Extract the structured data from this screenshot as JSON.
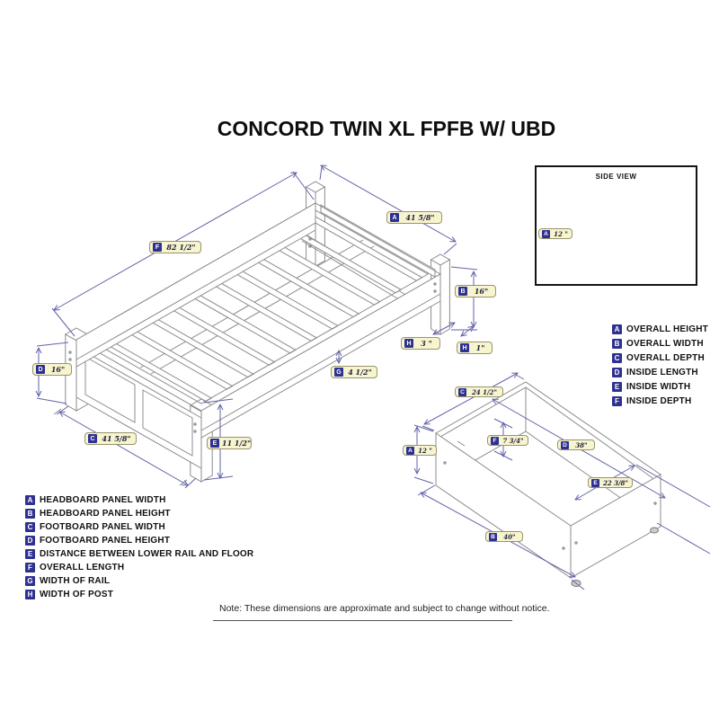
{
  "title": "CONCORD TWIN XL FPFB W/ UBD",
  "bed_diagram": {
    "dims": [
      {
        "letter": "F",
        "value": "82 1/2\""
      },
      {
        "letter": "A",
        "value": "41 5/8\""
      },
      {
        "letter": "B",
        "value": "16\""
      },
      {
        "letter": "H",
        "value": "3 \""
      },
      {
        "letter": "H",
        "value": "1\""
      },
      {
        "letter": "G",
        "value": "4 1/2\""
      },
      {
        "letter": "D",
        "value": "16\""
      },
      {
        "letter": "C",
        "value": "41 5/8\""
      },
      {
        "letter": "E",
        "value": "11 1/2\""
      }
    ]
  },
  "side_view": {
    "title": "SIDE VIEW",
    "dims": [
      {
        "letter": "A",
        "value": "12 \""
      }
    ]
  },
  "drawer_diagram": {
    "dims": [
      {
        "letter": "C",
        "value": "24 1/2\""
      },
      {
        "letter": "A",
        "value": "12 \""
      },
      {
        "letter": "F",
        "value": "7 3/4\""
      },
      {
        "letter": "D",
        "value": "38\""
      },
      {
        "letter": "E",
        "value": "22 3/8\""
      },
      {
        "letter": "B",
        "value": "40\""
      }
    ]
  },
  "legend_right": {
    "items": [
      {
        "letter": "A",
        "label": "OVERALL HEIGHT"
      },
      {
        "letter": "B",
        "label": "OVERALL WIDTH"
      },
      {
        "letter": "C",
        "label": "OVERALL DEPTH"
      },
      {
        "letter": "D",
        "label": "INSIDE LENGTH"
      },
      {
        "letter": "E",
        "label": "INSIDE WIDTH"
      },
      {
        "letter": "F",
        "label": "INSIDE DEPTH"
      }
    ]
  },
  "legend_left": {
    "items": [
      {
        "letter": "A",
        "label": "HEADBOARD PANEL WIDTH"
      },
      {
        "letter": "B",
        "label": "HEADBOARD PANEL HEIGHT"
      },
      {
        "letter": "C",
        "label": "FOOTBOARD PANEL WIDTH"
      },
      {
        "letter": "D",
        "label": "FOOTBOARD PANEL HEIGHT"
      },
      {
        "letter": "E",
        "label": "DISTANCE BETWEEN LOWER RAIL AND FLOOR"
      },
      {
        "letter": "F",
        "label": "OVERALL LENGTH"
      },
      {
        "letter": "G",
        "label": "WIDTH OF RAIL"
      },
      {
        "letter": "H",
        "label": "WIDTH OF POST"
      }
    ]
  },
  "note": "Note:  These dimensions are approximate and subject to change without notice.",
  "colors": {
    "badge_navy": "#2E3192",
    "pill_background": "#F7F4D0",
    "pill_border": "#98946A",
    "dimension_line": "#6262A8",
    "drawing_line": "#8C8C8C"
  }
}
